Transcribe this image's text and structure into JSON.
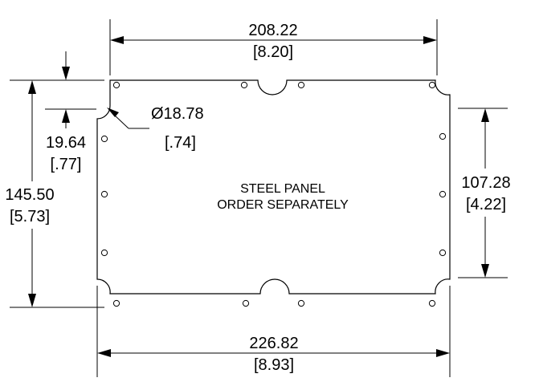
{
  "dimensions": {
    "top_width": {
      "mm": "208.22",
      "inch": "[8.20]"
    },
    "bottom_width": {
      "mm": "226.82",
      "inch": "[8.93]"
    },
    "left_height": {
      "mm": "145.50",
      "inch": "[5.73]"
    },
    "right_height": {
      "mm": "107.28",
      "inch": "[4.22]"
    },
    "notch_offset": {
      "mm": "19.64",
      "inch": "[.77]"
    },
    "corner_diameter": {
      "mm": "Ø18.78",
      "inch": "[.74]"
    }
  },
  "panel_note": {
    "line1": "STEEL PANEL",
    "line2": "ORDER SEPARATELY"
  }
}
